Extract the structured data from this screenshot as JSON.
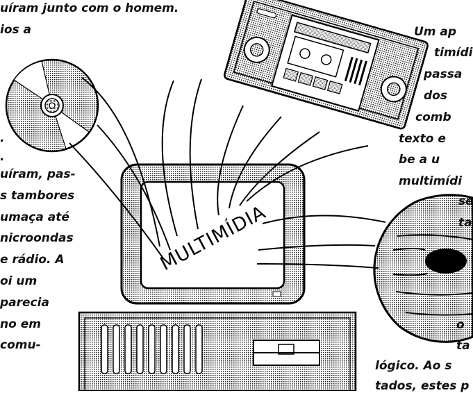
{
  "illustration": {
    "center_label": "MULTIMÍDIA",
    "icons": [
      "cd-disc-icon",
      "radio-cassette-icon",
      "computer-monitor-icon",
      "cpu-case-icon",
      "planet-icon"
    ]
  },
  "text_left": [
    "uíram junto com o homem.",
    "ios a",
    ".",
    ".",
    "uíram, pas-",
    "s tambores",
    "umaça até",
    "nicroondas",
    "e rádio. A",
    "oi um",
    "parecia",
    "no em",
    "comu-"
  ],
  "text_right": [
    "Um   ap",
    "timídi",
    "passa",
    "dos",
    "comb",
    "texto  e",
    "be  a  u",
    "multimídi",
    "se",
    "ta",
    "o",
    "ta",
    "lógico.  Ao  s",
    "tados, estes p"
  ]
}
